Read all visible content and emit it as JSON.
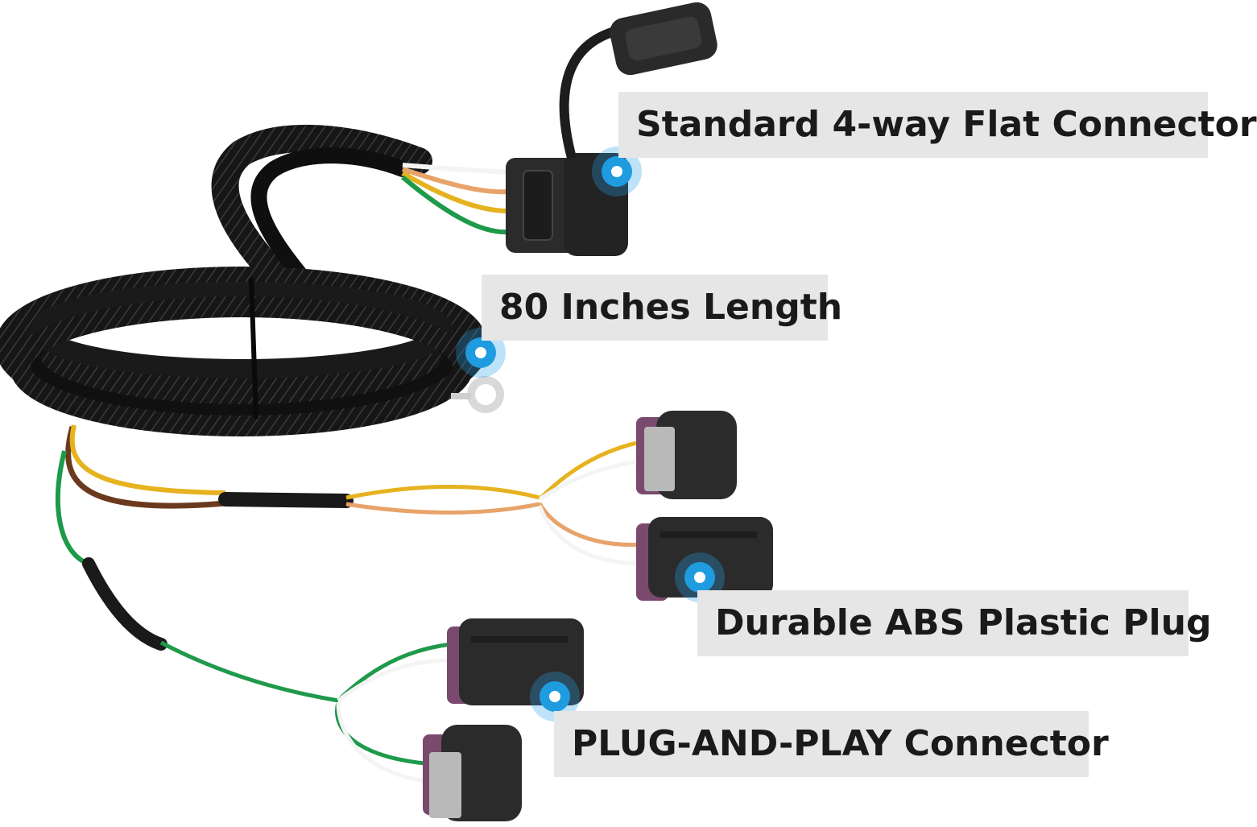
{
  "callouts": {
    "flat_connector": "Standard 4-way Flat Connector",
    "length": "80 Inches Length",
    "plastic_plug": "Durable ABS Plastic Plug",
    "plug_and_play": "PLUG-AND-PLAY Connector"
  },
  "colors": {
    "sleeve": "#1c1c1c",
    "connector": "#2b2b2b",
    "purple_seal": "#7a4a6e",
    "grey_lock": "#b9b9b9",
    "wire_green": "#1e9a4a",
    "wire_yellow": "#e6b21e",
    "wire_brown": "#6b3a1e",
    "wire_white": "#f4f4f4",
    "wire_orange": "#e8a36a",
    "marker_blue": "#1f9be0",
    "label_bg": "#e6e6e6"
  }
}
